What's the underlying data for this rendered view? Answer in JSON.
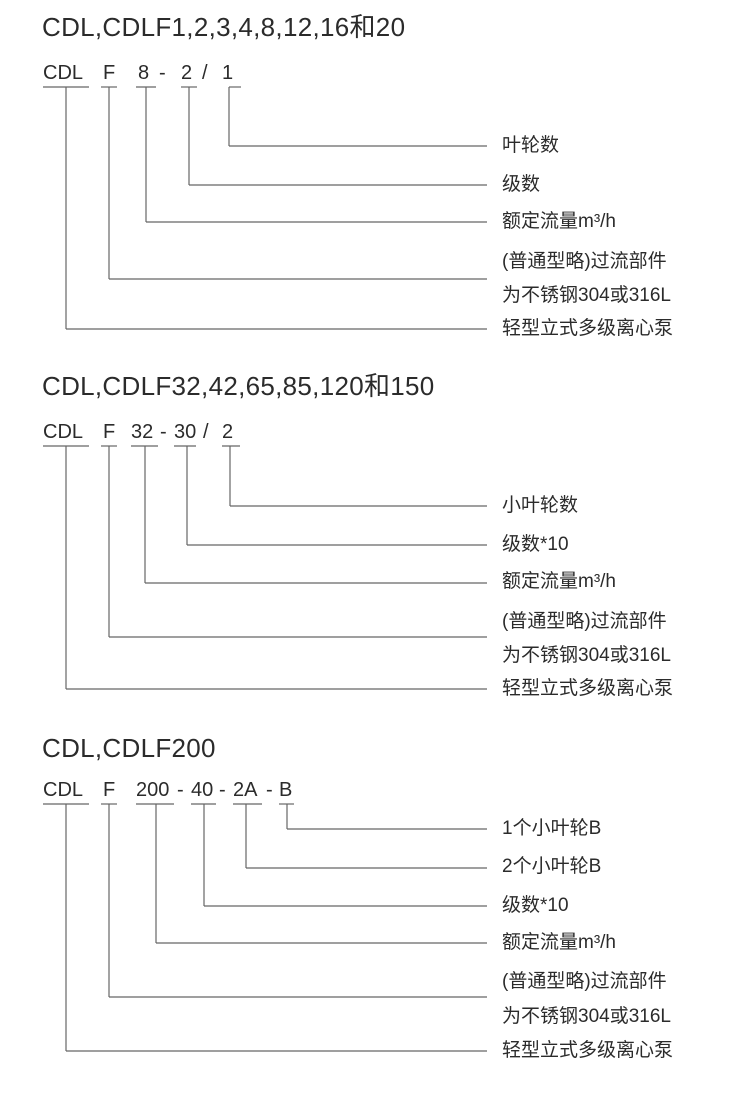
{
  "sections": [
    {
      "title": "CDL,CDLF1,2,3,4,8,12,16和20",
      "code": [
        "CDL",
        "F",
        "8",
        "-",
        "2",
        "/",
        "1"
      ],
      "labels": [
        "叶轮数",
        "级数",
        "额定流量m³/h",
        "(普通型略)过流部件",
        "为不锈钢304或316L",
        "轻型立式多级离心泵"
      ]
    },
    {
      "title": "CDL,CDLF32,42,65,85,120和150",
      "code": [
        "CDL",
        "F",
        "32",
        "-",
        "30",
        "/",
        "2"
      ],
      "labels": [
        "小叶轮数",
        "级数*10",
        "额定流量m³/h",
        "(普通型略)过流部件",
        "为不锈钢304或316L",
        "轻型立式多级离心泵"
      ]
    },
    {
      "title": "CDL,CDLF200",
      "code": [
        "CDL",
        "F",
        "200",
        "-",
        "40",
        "-",
        "2A",
        "-",
        "B"
      ],
      "labels": [
        "1个小叶轮B",
        "2个小叶轮B",
        "级数*10",
        "额定流量m³/h",
        "(普通型略)过流部件",
        "为不锈钢304或316L",
        "轻型立式多级离心泵"
      ]
    }
  ]
}
